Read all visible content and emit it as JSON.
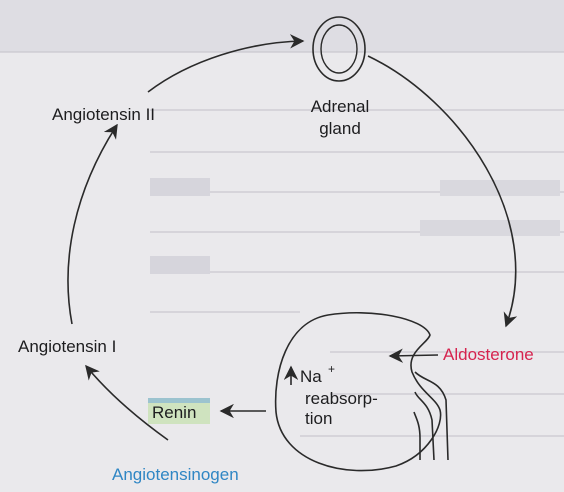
{
  "nodes": {
    "angiotensin_ii": "Angiotensin II",
    "adrenal_line1": "Adrenal",
    "adrenal_line2": "gland",
    "angiotensin_i": "Angiotensin I",
    "aldosterone": "Aldosterone",
    "na_label": "Na",
    "na_sup": "+",
    "reabsorption_line1": "reabsorp-",
    "reabsorption_line2": "tion",
    "renin": "Renin",
    "angiotensinogen": "Angiotensinogen"
  },
  "colors": {
    "aldosterone": "#d6244f",
    "angiotensinogen": "#2f86c4",
    "renin_box": "#cfe3bf",
    "renin_box_top": "#9cc3cf",
    "line": "#2a2a2a",
    "text": "#1d1d1f"
  },
  "icons": {
    "up_arrow": "up-arrow-icon"
  }
}
